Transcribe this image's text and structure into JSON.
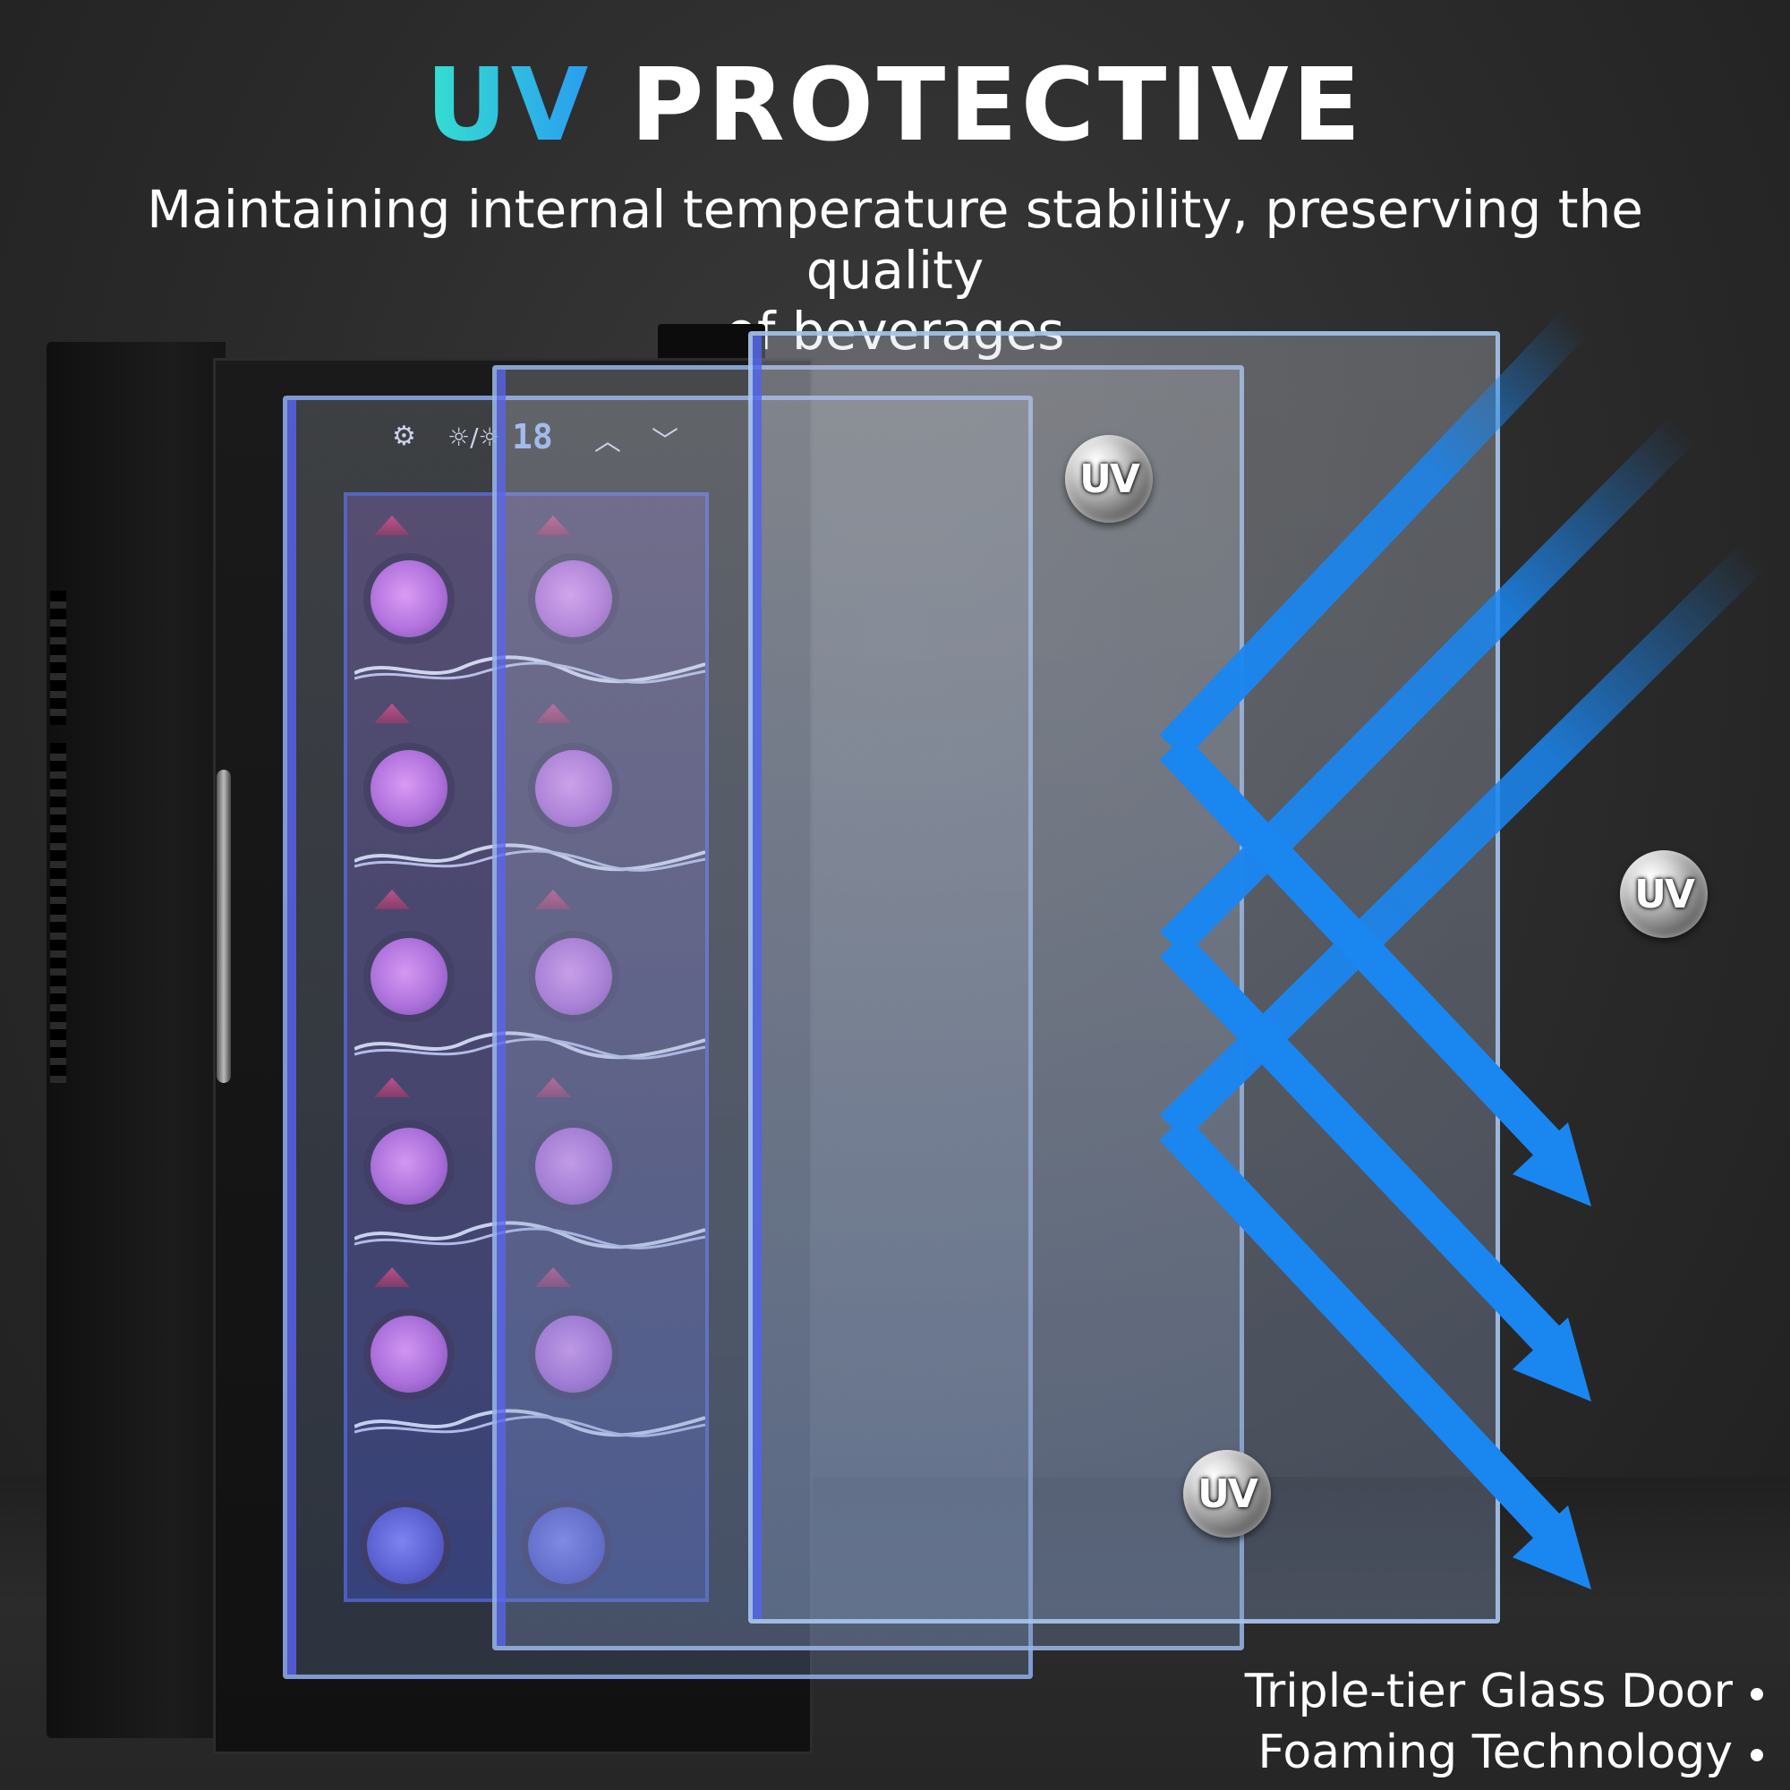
{
  "header": {
    "title_accent": "UV",
    "title_rest": "PROTECTIVE",
    "subtitle_line1": "Maintaining internal temperature stability, preserving the quality",
    "subtitle_line2": "of beverages"
  },
  "control_panel": {
    "temperature_display": "18",
    "icons": [
      "gear-icon",
      "light-icon",
      "chevron-up-icon",
      "chevron-down-icon"
    ]
  },
  "badges": [
    {
      "label": "UV"
    },
    {
      "label": "UV"
    },
    {
      "label": "UV"
    }
  ],
  "features": [
    {
      "label": "Triple-tier Glass Door"
    },
    {
      "label": "Foaming Technology"
    }
  ],
  "colors": {
    "accent_gradient_start": "#35e0d0",
    "accent_gradient_end": "#2a9cf0",
    "arrow_blue": "#1a86f0",
    "background": "#2a2a2a"
  }
}
